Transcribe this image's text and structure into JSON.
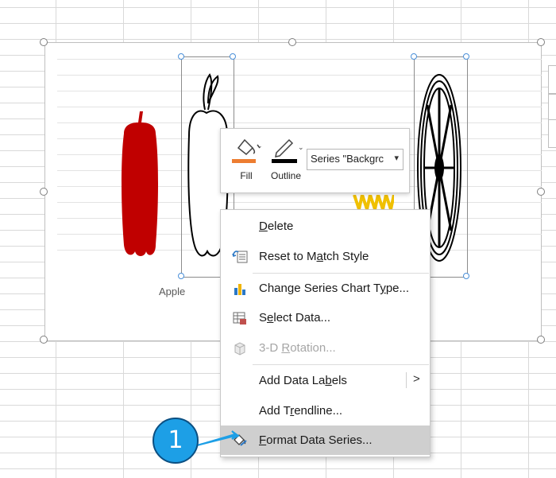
{
  "chart": {
    "category_label": "Apple",
    "pepper_color": "#c00000",
    "corn_color": "#f0c000"
  },
  "mini_toolbar": {
    "fill_label": "Fill",
    "outline_label": "Outline",
    "fill_color": "#ed7d31",
    "outline_color": "#000000",
    "series_dropdown_value": "Series \"Backgrc",
    "dropdown_caret": "⌄"
  },
  "context_menu": {
    "items": [
      {
        "label": "Delete",
        "accel": "D",
        "enabled": true
      },
      {
        "label": "Reset to Match Style",
        "accel": "a",
        "enabled": true,
        "icon": "reset-style-icon"
      },
      {
        "label": "Change Series Chart Type...",
        "accel": "y",
        "enabled": true,
        "icon": "chart-type-icon"
      },
      {
        "label": "Select Data...",
        "accel": "e",
        "enabled": true,
        "icon": "select-data-icon"
      },
      {
        "label": "3-D Rotation...",
        "accel": "R",
        "enabled": false,
        "icon": "cube-icon"
      },
      {
        "label": "Add Data Labels",
        "accel": "b",
        "enabled": true,
        "submenu_arrow": ">"
      },
      {
        "label": "Add Trendline...",
        "accel": "r",
        "enabled": true
      },
      {
        "label": "Format Data Series...",
        "accel": "F",
        "enabled": true,
        "icon": "format-paint-icon",
        "highlighted": true
      }
    ]
  },
  "callout": {
    "number": "1",
    "color": "#1d9fe6"
  }
}
